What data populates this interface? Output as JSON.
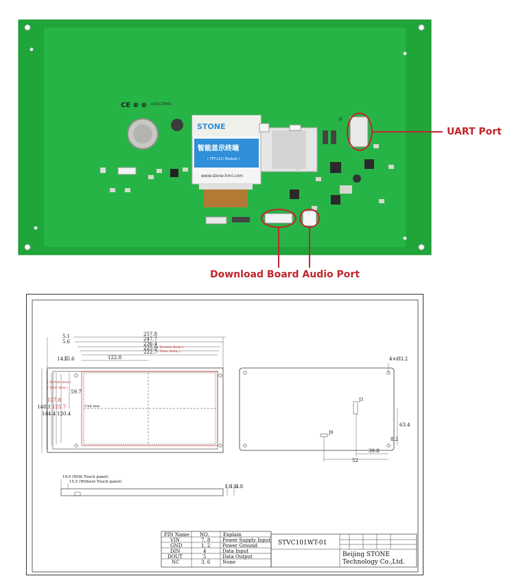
{
  "callouts": {
    "uart": "UART Port",
    "download_board": "Download Board Audio Port"
  },
  "colors": {
    "pcb_green": "#1fa53a",
    "pcb_inner": "#26b144",
    "callout_red": "#c0262b",
    "display_blue": "#2f8fd8"
  },
  "board": {
    "sticker_brand": "STONE",
    "sticker_cn": "智能显示终端",
    "sticker_sub": "( TFT-LCD Module )",
    "sticker_url": "www.stone-hmi.com",
    "cert_marks": "CE ⊕ ⊕",
    "serial": "s101C3W01",
    "connector_label": "J3"
  },
  "drawing": {
    "dims_top": [
      "257.8",
      "247.7",
      "236.4",
      "225.9",
      "222.7",
      "122.8"
    ],
    "dims_top_labels": [
      "( Screen Area )",
      "( View Area )"
    ],
    "dims_left_small": [
      "5.1",
      "5.6",
      "14.5",
      "15.6"
    ],
    "dims_left": [
      "148.1",
      "144.4",
      "127.8",
      "125.7",
      "120.4",
      "59.7"
    ],
    "dims_left_labels": [
      "( Screen Area )",
      "( View Area )"
    ],
    "unit": "Unit mm",
    "hole_note": "4×Ø3.2",
    "rear_labels": [
      "J3",
      "J9"
    ],
    "rear_dims": [
      "63.4",
      "8.2",
      "39.8",
      "52"
    ],
    "side_labels": [
      "16.0 (With Touch panel)",
      "15.5 (Without Touch panel)"
    ],
    "side_dims": [
      "1.6",
      "1.6",
      "3.8"
    ]
  },
  "pin_table": {
    "headers": [
      "PIN Name",
      "NO.",
      "Explain"
    ],
    "rows": [
      [
        "VIN",
        "7, 8",
        "Power Supply Input"
      ],
      [
        "GND",
        "1, 2",
        "Power Ground"
      ],
      [
        "DIN",
        "4",
        "Data Input"
      ],
      [
        "DOUT",
        "5",
        "Data Output"
      ],
      [
        "NC",
        "3, 6",
        "None"
      ]
    ]
  },
  "title_block": {
    "model": "STVC101WT-01",
    "company_line1": "Beijing STONE",
    "company_line2": "Technology Co.,Ltd."
  }
}
